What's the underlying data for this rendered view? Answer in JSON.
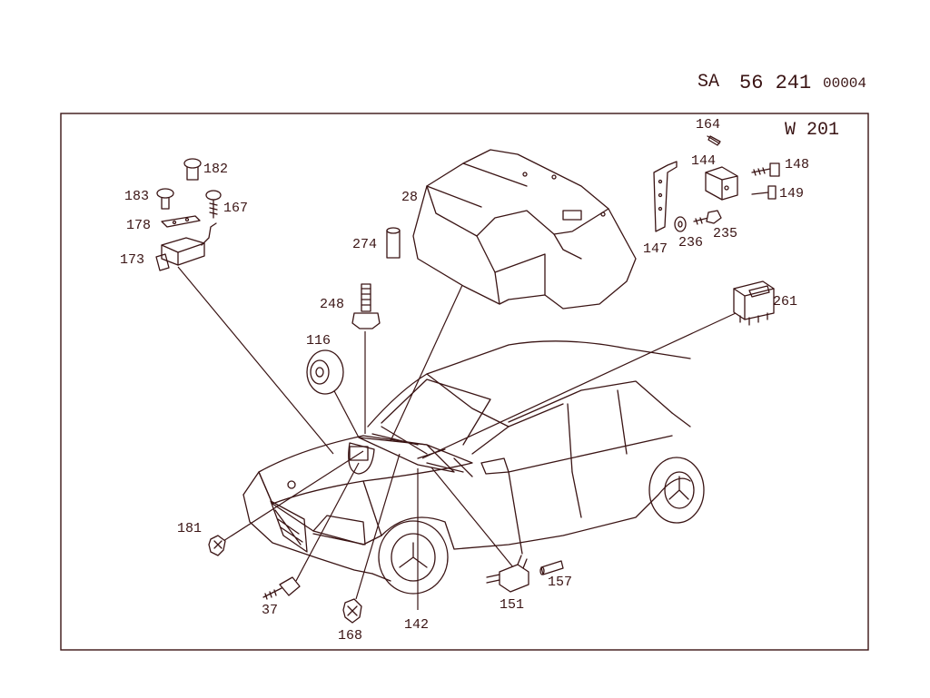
{
  "header": {
    "prefix": "SA",
    "number": "56 241",
    "sheet": "00004"
  },
  "model": "W 201",
  "colors": {
    "ink": "#3a1414",
    "background": "#ffffff"
  },
  "parts": {
    "p164": "164",
    "p144": "144",
    "p148": "148",
    "p149": "149",
    "p147": "147",
    "p236": "236",
    "p235": "235",
    "p261": "261",
    "p28": "28",
    "p274": "274",
    "p182": "182",
    "p183": "183",
    "p167": "167",
    "p178": "178",
    "p173": "173",
    "p248": "248",
    "p116": "116",
    "p181": "181",
    "p37": "37",
    "p168": "168",
    "p142": "142",
    "p151": "151",
    "p157": "157"
  }
}
